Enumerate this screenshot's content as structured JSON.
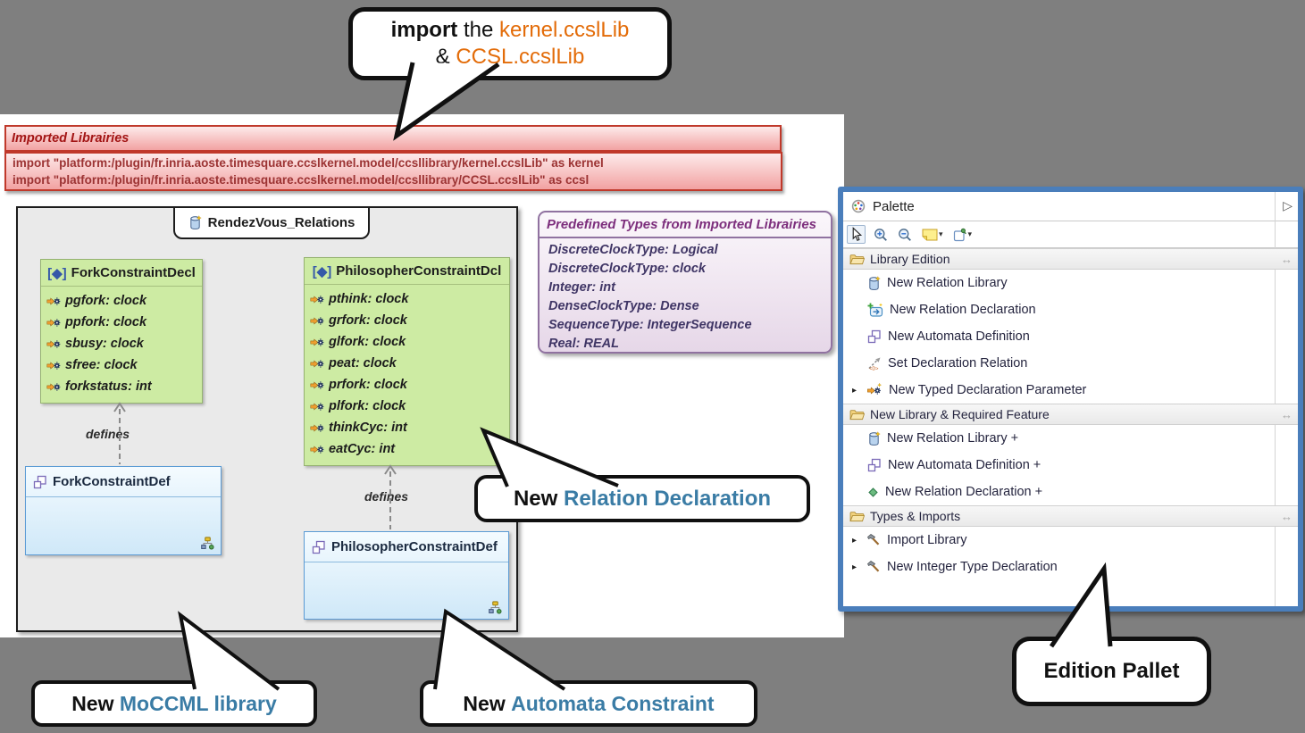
{
  "callouts": {
    "import_lib": {
      "bold": "import",
      "mid": " the ",
      "lib1": "kernel.ccslLib",
      "amp": "& ",
      "lib2": "CCSL.ccslLib"
    },
    "relation_declaration": {
      "prefix": "New ",
      "highlight": "Relation Declaration"
    },
    "moccml": {
      "prefix": "New ",
      "highlight": "MoCCML library"
    },
    "automata": {
      "prefix": "New ",
      "highlight": "Automata Constraint"
    },
    "edition": {
      "label": "Edition Pallet"
    }
  },
  "imported": {
    "title": "Imported Librairies",
    "line1": "import \"platform:/plugin/fr.inria.aoste.timesquare.ccslkernel.model/ccsllibrary/kernel.ccslLib\" as kernel",
    "line2": "import \"platform:/plugin/fr.inria.aoste.timesquare.ccslkernel.model/ccsllibrary/CCSL.ccslLib\" as ccsl"
  },
  "diagram": {
    "tab": "RendezVous_Relations",
    "fork_decl": {
      "badge": "[◆]",
      "name": "ForkConstraintDecl",
      "attrs": [
        "pgfork: clock",
        "ppfork: clock",
        "sbusy: clock",
        "sfree: clock",
        "forkstatus: int"
      ]
    },
    "phil_decl": {
      "badge": "[◆]",
      "name": "PhilosopherConstraintDcl",
      "attrs": [
        "pthink: clock",
        "grfork: clock",
        "glfork: clock",
        "peat: clock",
        "prfork: clock",
        "plfork: clock",
        "thinkCyc: int",
        "eatCyc: int"
      ]
    },
    "fork_def": "ForkConstraintDef",
    "phil_def": "PhilosopherConstraintDef",
    "defines1": "defines",
    "defines2": "defines"
  },
  "predefined": {
    "title": "Predefined Types from Imported Librairies",
    "items": [
      "DiscreteClockType: Logical",
      "DiscreteClockType: clock",
      "Integer: int",
      "DenseClockType: Dense",
      "SequenceType: IntegerSequence",
      "Real: REAL"
    ]
  },
  "palette": {
    "title": "Palette",
    "icons": {
      "expand_arrow": "▷",
      "dropdown": "▾",
      "expander": "▸",
      "pin": "↔"
    },
    "sections": [
      {
        "label": "Library Edition",
        "items": [
          {
            "label": "New Relation Library"
          },
          {
            "label": "New Relation Declaration"
          },
          {
            "label": "New Automata Definition"
          },
          {
            "label": "Set Declaration Relation"
          },
          {
            "label": "New Typed Declaration Parameter"
          }
        ]
      },
      {
        "label": "New Library & Required Feature",
        "items": [
          {
            "label": "New Relation Library +"
          },
          {
            "label": "New Automata Definition +"
          },
          {
            "label": "New Relation Declaration +"
          }
        ]
      },
      {
        "label": "Types & Imports",
        "items": [
          {
            "label": "Import Library"
          },
          {
            "label": "New Integer Type Declaration"
          }
        ]
      }
    ]
  },
  "colors": {
    "accent_blue": "#4a7ebb",
    "callout_teal": "#3a7ca5",
    "callout_orange": "#e36c09",
    "import_red": "#9c3333",
    "predef_purple": "#7d2f7d",
    "decl_green": "#cdeba3",
    "def_blue_border": "#5b9bd5"
  }
}
